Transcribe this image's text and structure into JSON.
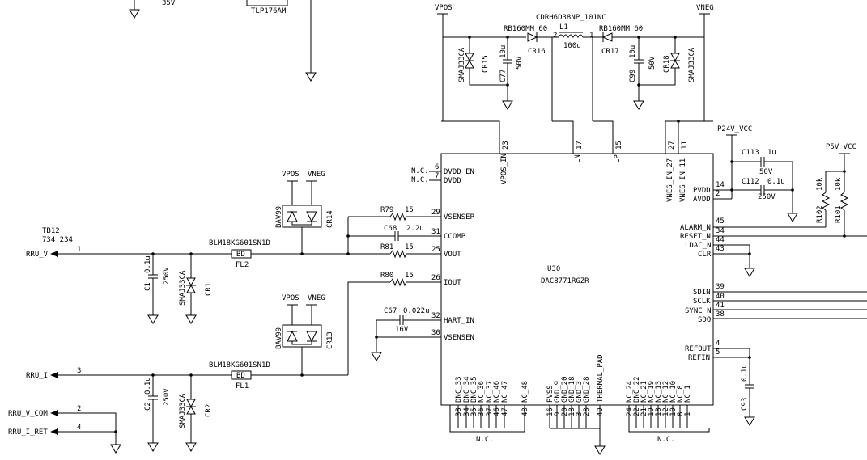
{
  "top_left": {
    "voltage_label": "35V",
    "part_label": "TLP176AM"
  },
  "power": {
    "vpos": "VPOS",
    "vneg": "VNEG",
    "p24v": "P24V_VCC",
    "p5v": "P5V_VCC"
  },
  "inductor": {
    "part": "CDRH6D38NP_101NC",
    "ref": "L1",
    "value": "100u",
    "pin_left": "2",
    "pin_right": "1"
  },
  "diodes": {
    "cr16": {
      "part": "RB160MM_60",
      "ref": "CR16"
    },
    "cr17": {
      "part": "RB160MM_60",
      "ref": "CR17"
    },
    "cr15": {
      "part": "SMAJ33CA",
      "ref": "CR15"
    },
    "cr18": {
      "part": "SMAJ33CA",
      "ref": "CR18"
    },
    "cr14": {
      "part": "BAV99",
      "ref": "CR14"
    },
    "cr13": {
      "part": "BAV99",
      "ref": "CR13"
    },
    "cr1": {
      "part": "SMAJ33CA",
      "ref": "CR1"
    },
    "cr2": {
      "part": "SMAJ33CA",
      "ref": "CR2"
    }
  },
  "caps": {
    "c77": {
      "ref": "C77",
      "value": "10u",
      "voltage": "50V"
    },
    "c99": {
      "ref": "C99",
      "value": "10u",
      "voltage": "50V"
    },
    "c68": {
      "ref": "C68",
      "value": "2.2u"
    },
    "c67": {
      "ref": "C67",
      "value": "0.022u",
      "voltage": "16V"
    },
    "c113": {
      "ref": "C113",
      "value": "1u",
      "voltage": "50V"
    },
    "c112": {
      "ref": "C112",
      "value": "0.1u",
      "voltage": "250V"
    },
    "c93": {
      "ref": "C93",
      "value": "0.1u"
    },
    "c1": {
      "ref": "C1",
      "value": "0.1u",
      "voltage": "250V"
    },
    "c2": {
      "ref": "C2",
      "value": "0.1u",
      "voltage": "250V"
    }
  },
  "resistors": {
    "r79": {
      "ref": "R79",
      "value": "15"
    },
    "r81": {
      "ref": "R81",
      "value": "15"
    },
    "r80": {
      "ref": "R80",
      "value": "15"
    },
    "r102": {
      "ref": "R102",
      "value": "10k"
    },
    "r101": {
      "ref": "R101",
      "value": "10k"
    }
  },
  "ferrites": {
    "fl2": {
      "part": "BLM18KG601SN1D",
      "ref": "FL2",
      "body": "BD"
    },
    "fl1": {
      "part": "BLM18KG601SN1D",
      "ref": "FL1",
      "body": "BD"
    }
  },
  "connector": {
    "ref": "TB12",
    "part": "734_234",
    "pins": [
      {
        "num": "1",
        "net": "RRU_V"
      },
      {
        "num": "3",
        "net": "RRU_I"
      },
      {
        "num": "2",
        "net": "RRU_V_COM"
      },
      {
        "num": "4",
        "net": "RRU_I_RET"
      }
    ]
  },
  "ic": {
    "ref": "U30",
    "part": "DAC8771RGZR",
    "nc_label": "N.C.",
    "top_pins": [
      {
        "name": "VPOS_IN",
        "num": "23"
      },
      {
        "name": "LN",
        "num": "17"
      },
      {
        "name": "LP",
        "num": "15"
      },
      {
        "name": "VNEG_IN_27",
        "num": "27"
      },
      {
        "name": "VNEG_IN_11",
        "num": "11"
      }
    ],
    "left_pins": [
      {
        "name": "DVDD_EN",
        "num": "6"
      },
      {
        "name": "DVDD",
        "num": "7"
      },
      {
        "name": "VSENSEP",
        "num": "29"
      },
      {
        "name": "CCOMP",
        "num": "31"
      },
      {
        "name": "VOUT",
        "num": "25"
      },
      {
        "name": "IOUT",
        "num": "26"
      },
      {
        "name": "HART_IN",
        "num": "32"
      },
      {
        "name": "VSENSEN",
        "num": "30"
      }
    ],
    "right_pins": [
      {
        "name": "PVDD",
        "num": "14"
      },
      {
        "name": "AVDD",
        "num": "2"
      },
      {
        "name": "ALARM_N",
        "num": "45"
      },
      {
        "name": "RESET_N",
        "num": "34"
      },
      {
        "name": "LDAC_N",
        "num": "44"
      },
      {
        "name": "CLR",
        "num": "43"
      },
      {
        "name": "SDIN",
        "num": "39"
      },
      {
        "name": "SCLK",
        "num": "40"
      },
      {
        "name": "SYNC_N",
        "num": "41"
      },
      {
        "name": "SDO",
        "num": "38"
      },
      {
        "name": "REFOUT",
        "num": "4"
      },
      {
        "name": "REFIN",
        "num": "5"
      }
    ],
    "bottom_pins": [
      {
        "name": "DNC_33",
        "num": "33"
      },
      {
        "name": "DNC_34",
        "num": "34"
      },
      {
        "name": "DNC_35",
        "num": "35"
      },
      {
        "name": "NC_36",
        "num": "36"
      },
      {
        "name": "NC_37",
        "num": "37"
      },
      {
        "name": "NC_46",
        "num": "46"
      },
      {
        "name": "NC_47",
        "num": "47"
      },
      {
        "name": "NC_48",
        "num": "48"
      },
      {
        "name": "PVSS",
        "num": "16"
      },
      {
        "name": "GND_9",
        "num": "9"
      },
      {
        "name": "GND_20",
        "num": "20"
      },
      {
        "name": "GND_18",
        "num": "18"
      },
      {
        "name": "GND_3",
        "num": "3"
      },
      {
        "name": "GND_28",
        "num": "28"
      },
      {
        "name": "THERMAL_PAD",
        "num": "49"
      },
      {
        "name": "NC_24",
        "num": "24"
      },
      {
        "name": "DNC_22",
        "num": "22"
      },
      {
        "name": "NC_21",
        "num": "21"
      },
      {
        "name": "NC_19",
        "num": "19"
      },
      {
        "name": "NC_13",
        "num": "13"
      },
      {
        "name": "NC_12",
        "num": "12"
      },
      {
        "name": "NC_10",
        "num": "10"
      },
      {
        "name": "NC_8",
        "num": "8"
      },
      {
        "name": "NC_1",
        "num": "1"
      }
    ]
  }
}
